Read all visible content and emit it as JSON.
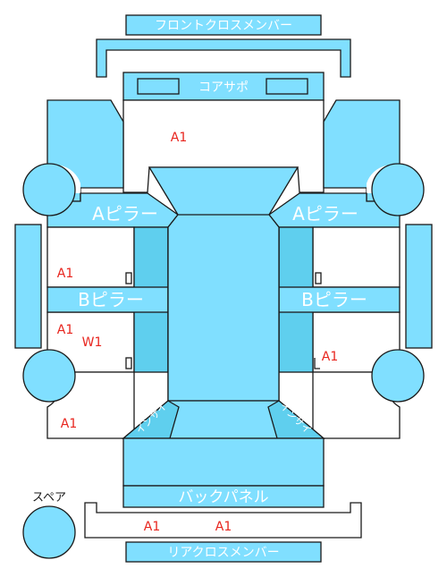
{
  "labels": {
    "front_cross_member": "フロントクロスメンバー",
    "core_support": "コアサポ",
    "a_pillar_left": "Aピラー",
    "a_pillar_right": "Aピラー",
    "b_pillar_left": "Bピラー",
    "b_pillar_right": "Bピラー",
    "inside_left": "インサイ",
    "inside_right": "インサイ",
    "back_panel": "バックパネル",
    "rear_cross_member": "リアクロスメンバー",
    "spare": "スペア"
  },
  "damage_marks": [
    {
      "id": "front",
      "code": "A1"
    },
    {
      "id": "left-rocker-front",
      "code": "A1"
    },
    {
      "id": "left-rocker-rear",
      "code": "A1"
    },
    {
      "id": "left-rocker-rear-2",
      "code": "W1"
    },
    {
      "id": "right-rocker-rear",
      "code": "A1"
    },
    {
      "id": "left-rear-quarter",
      "code": "A1"
    },
    {
      "id": "rear-left",
      "code": "A1"
    },
    {
      "id": "rear-right",
      "code": "A1"
    }
  ],
  "colors": {
    "panel": "#80dfff",
    "panel_dark": "#5fcfee",
    "stroke": "#1a1a1a",
    "mark": "#e8251e",
    "label": "#ffffff"
  }
}
